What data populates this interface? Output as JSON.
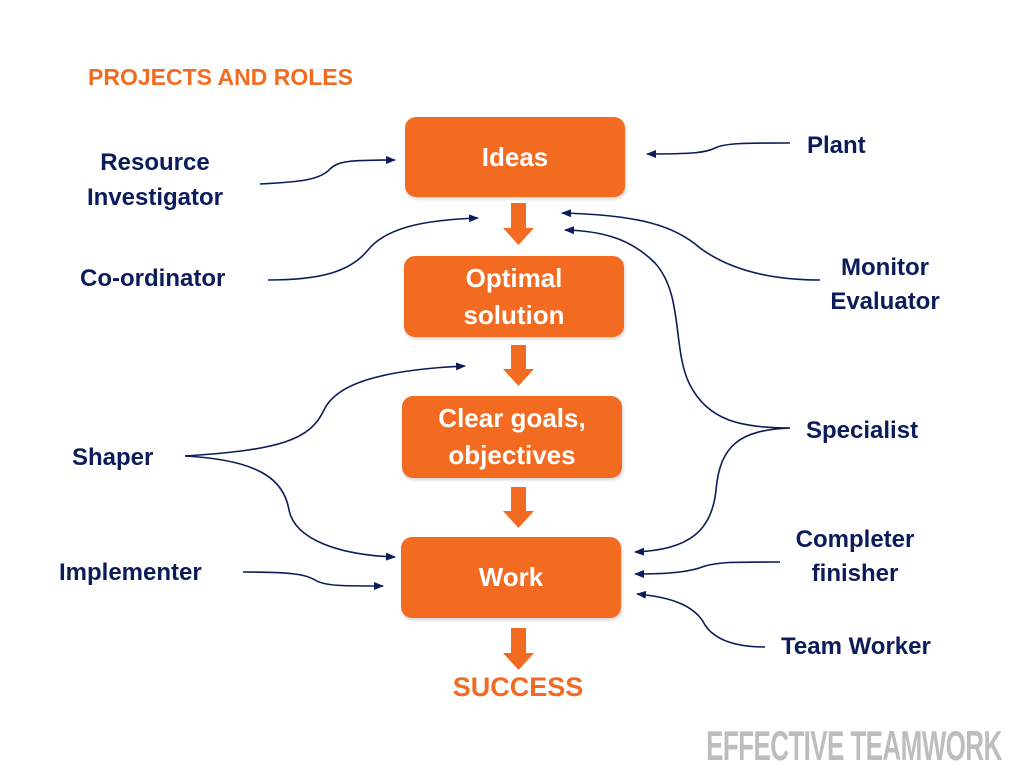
{
  "title": "PROJECTS AND ROLES",
  "flow": {
    "steps": [
      {
        "lines": [
          "Ideas"
        ]
      },
      {
        "lines": [
          "Optimal",
          "solution"
        ]
      },
      {
        "lines": [
          "Clear goals,",
          "objectives"
        ]
      },
      {
        "lines": [
          "Work"
        ]
      }
    ],
    "outcome": "SUCCESS"
  },
  "roles": {
    "left": [
      {
        "lines": [
          "Resource",
          "Investigator"
        ]
      },
      {
        "lines": [
          "Co-ordinator"
        ]
      },
      {
        "lines": [
          "Shaper"
        ]
      },
      {
        "lines": [
          "Implementer"
        ]
      }
    ],
    "right": [
      {
        "lines": [
          "Plant"
        ]
      },
      {
        "lines": [
          "Monitor",
          "Evaluator"
        ]
      },
      {
        "lines": [
          "Specialist"
        ]
      },
      {
        "lines": [
          "Completer",
          "finisher"
        ]
      },
      {
        "lines": [
          "Team Worker"
        ]
      }
    ]
  },
  "watermark": "EFFECTIVE TEAMWORK",
  "colors": {
    "accent": "#F26B21",
    "text": "#0C1C5A",
    "watermark": "#BDBDBD",
    "background": "#FFFFFF"
  }
}
